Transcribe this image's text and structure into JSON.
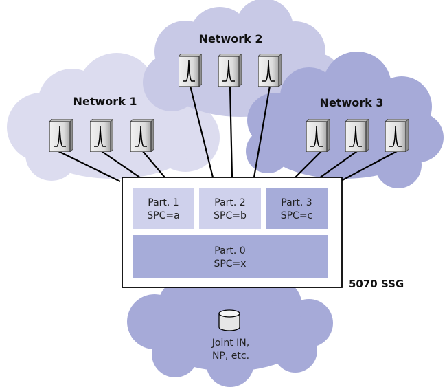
{
  "networks": [
    {
      "name": "Network 1"
    },
    {
      "name": "Network 2"
    },
    {
      "name": "Network 3"
    }
  ],
  "partitions": [
    {
      "name": "Part. 1",
      "spc": "SPC=a"
    },
    {
      "name": "Part. 2",
      "spc": "SPC=b"
    },
    {
      "name": "Part. 3",
      "spc": "SPC=c"
    }
  ],
  "partition0": {
    "name": "Part. 0",
    "spc": "SPC=x"
  },
  "device": {
    "label": "5070 SSG"
  },
  "database": {
    "line1": "Joint IN,",
    "line2": "NP, etc."
  },
  "colors": {
    "cloud_light": "#dcdcef",
    "cloud_medium": "#c8c9e6",
    "cloud_dark": "#a6aad8",
    "partition_light": "#cfd1ec",
    "partition_dark": "#a6acd9",
    "switch_body": "#e0e0e0"
  },
  "icons": {
    "switch": "switch-icon",
    "database": "database-icon"
  }
}
